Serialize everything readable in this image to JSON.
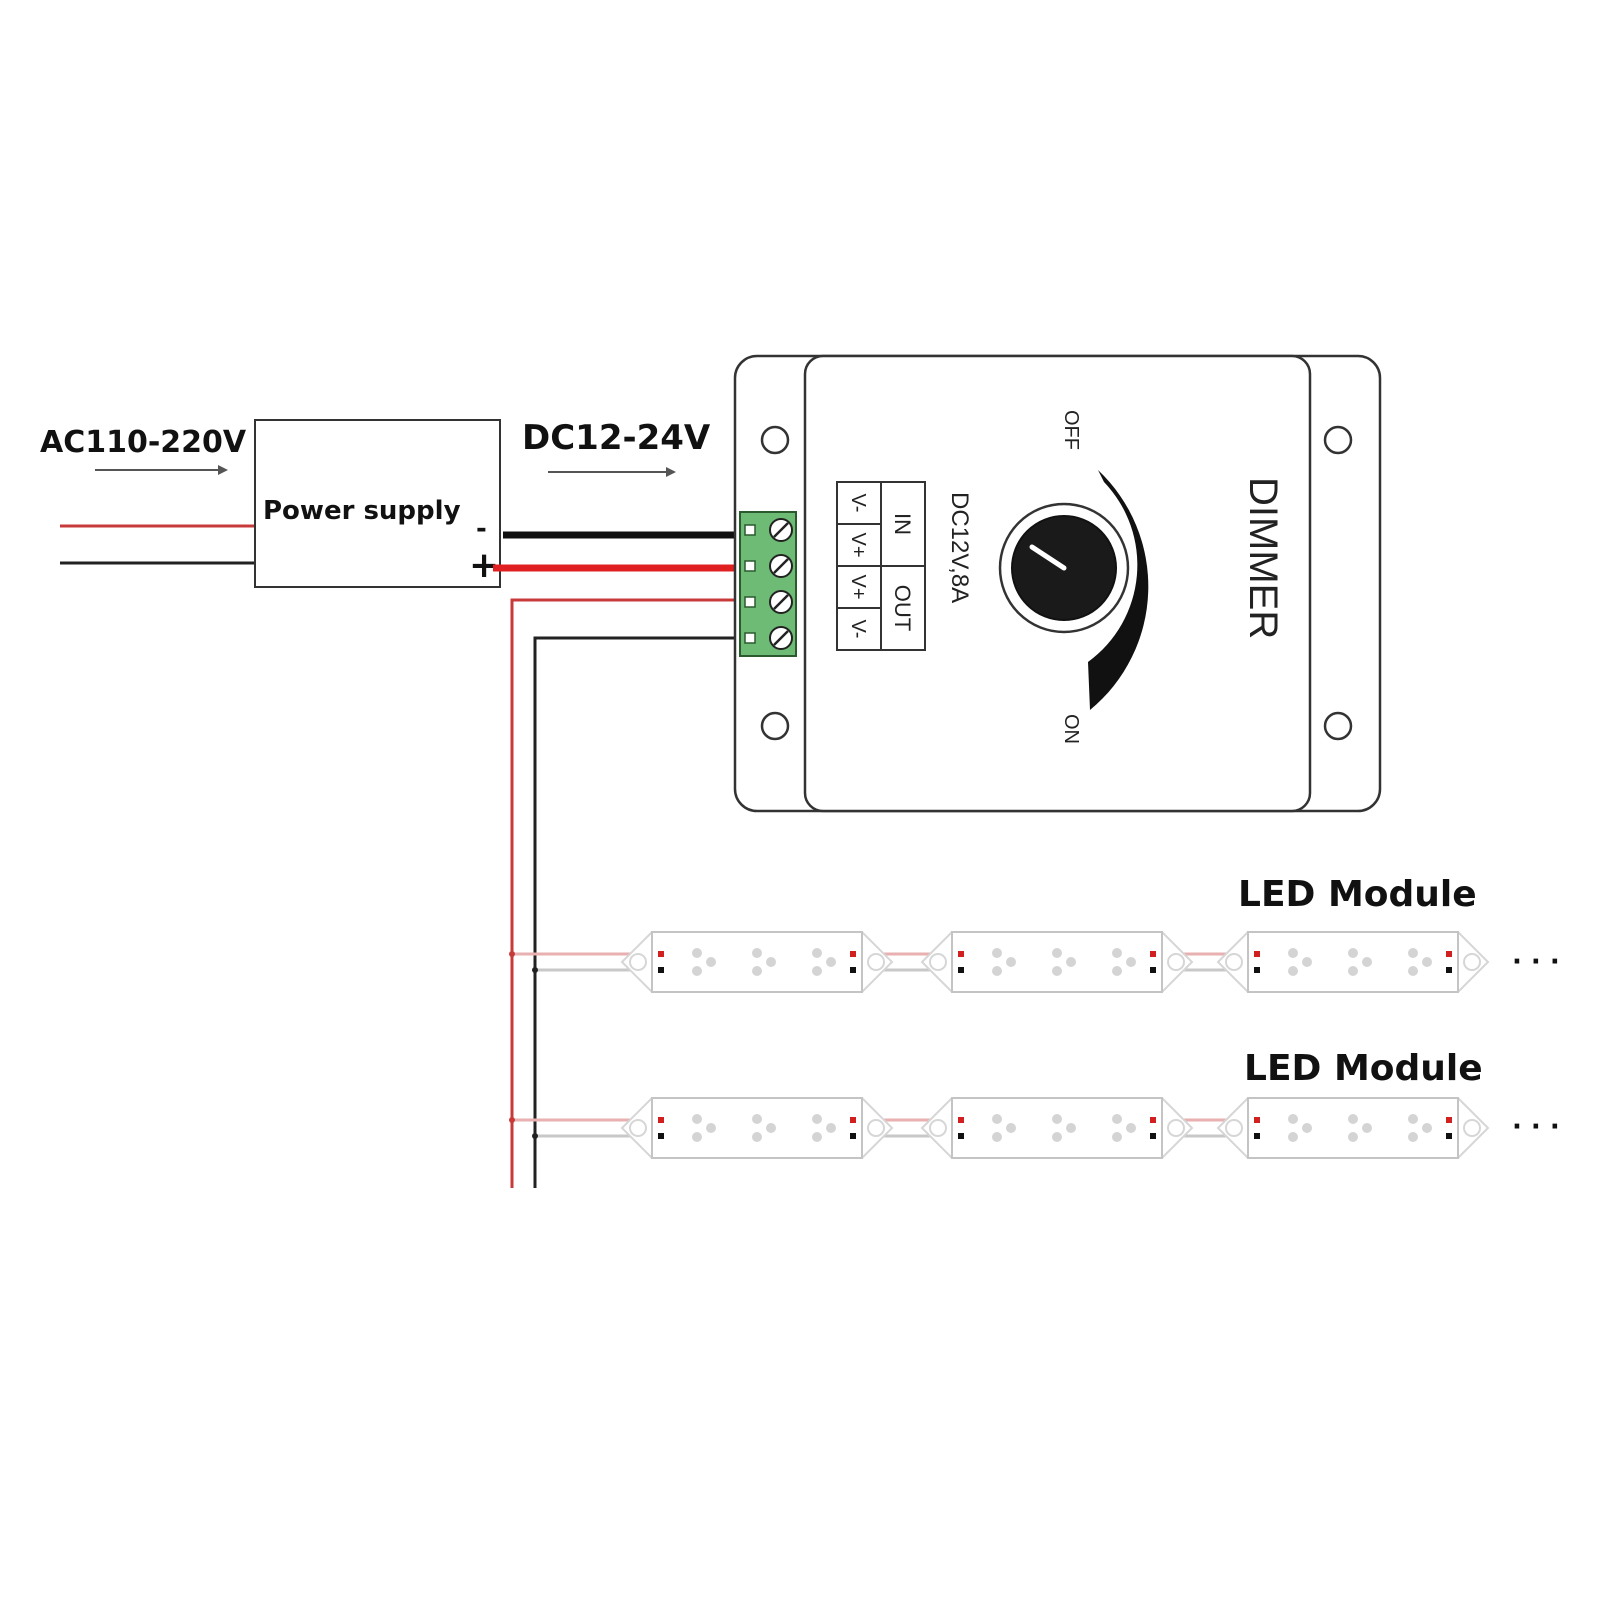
{
  "input_label": "AC110-220V",
  "output_label": "DC12-24V",
  "power_supply": {
    "label": "Power supply",
    "minus": "-",
    "plus": "+"
  },
  "dimmer": {
    "name": "DIMMER",
    "rating": "DC12V,8A",
    "in_label": "IN",
    "out_label": "OUT",
    "terminals": [
      "V-",
      "V+",
      "V+",
      "V-"
    ],
    "off_label": "OFF",
    "on_label": "ON"
  },
  "led_rows": [
    {
      "label": "LED Module",
      "more": "· · ·"
    },
    {
      "label": "LED Module",
      "more": "· · ·"
    }
  ],
  "colors": {
    "wire_red": "#e02020",
    "wire_black": "#111111",
    "terminal_block": "#6dbb74",
    "outline": "#333333"
  }
}
